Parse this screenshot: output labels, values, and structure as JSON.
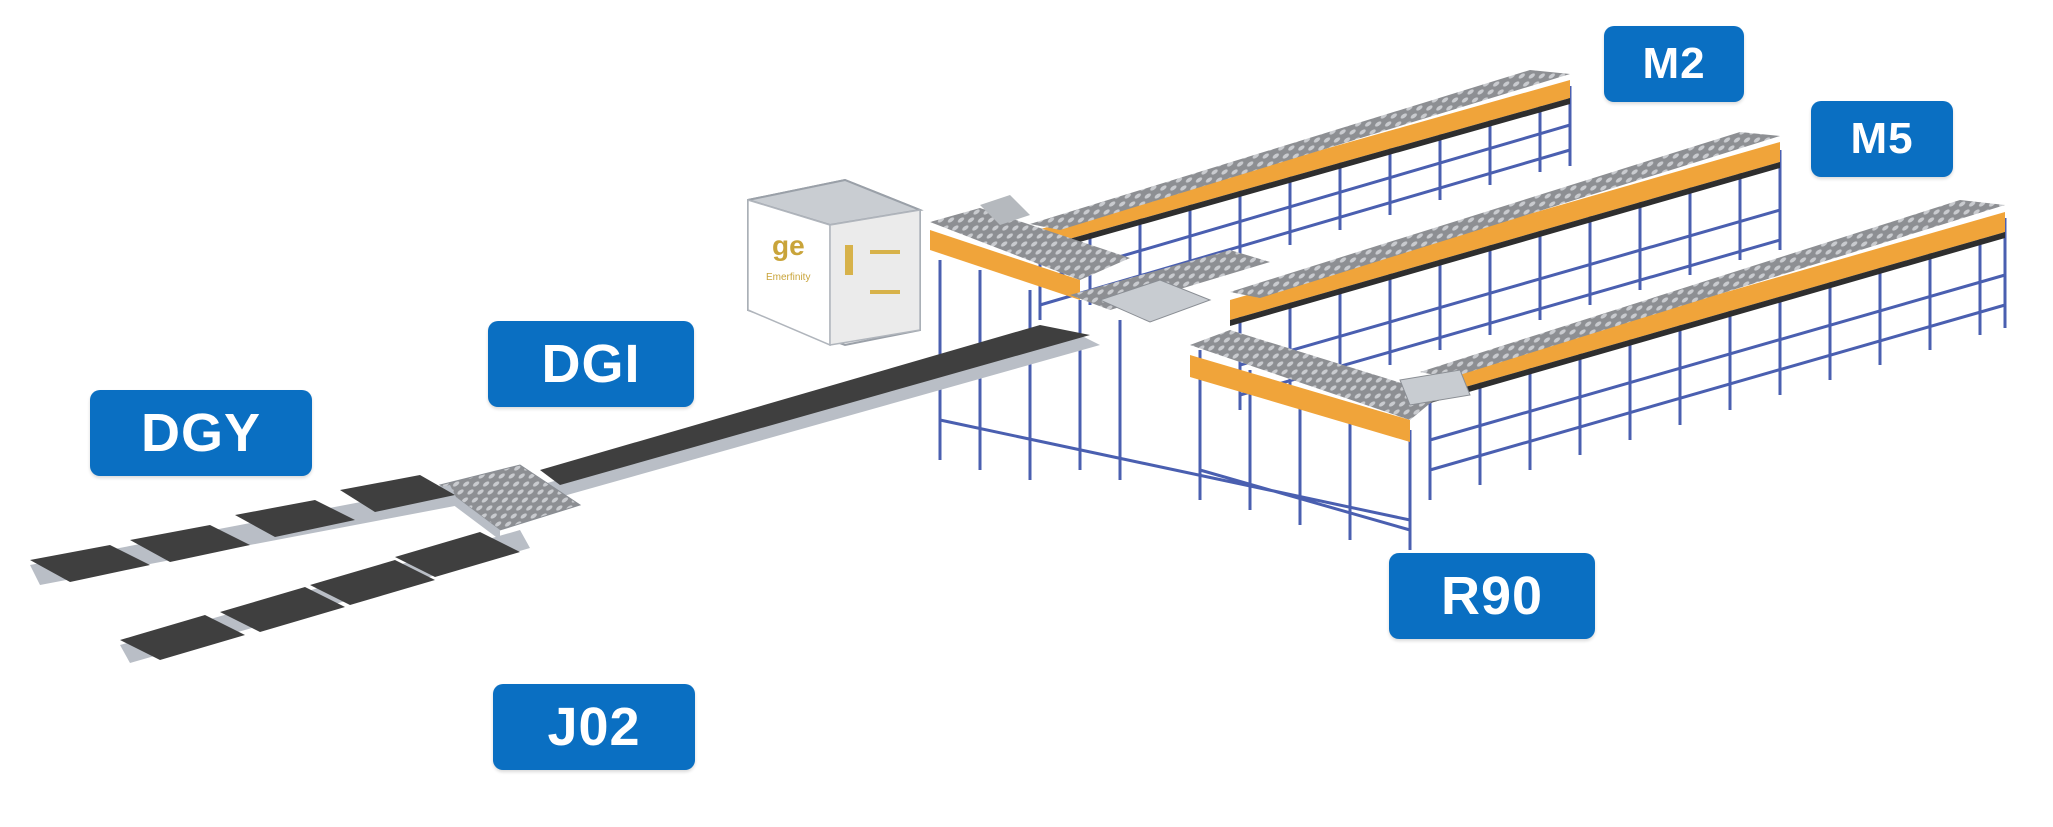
{
  "labels": {
    "dgy": "DGY",
    "dgi": "DGI",
    "j02": "J02",
    "r90": "R90",
    "m2": "M2",
    "m5": "M5"
  },
  "cabinet": {
    "logo_mark": "ge",
    "brand": "Emerfinity"
  },
  "colors": {
    "label_bg": "#0a6fc2",
    "label_text": "#ffffff",
    "belt": "#3f3f3f",
    "frame": "#4a5fb0",
    "side_panel": "#f0a43a",
    "leg": "#b9bec6"
  }
}
